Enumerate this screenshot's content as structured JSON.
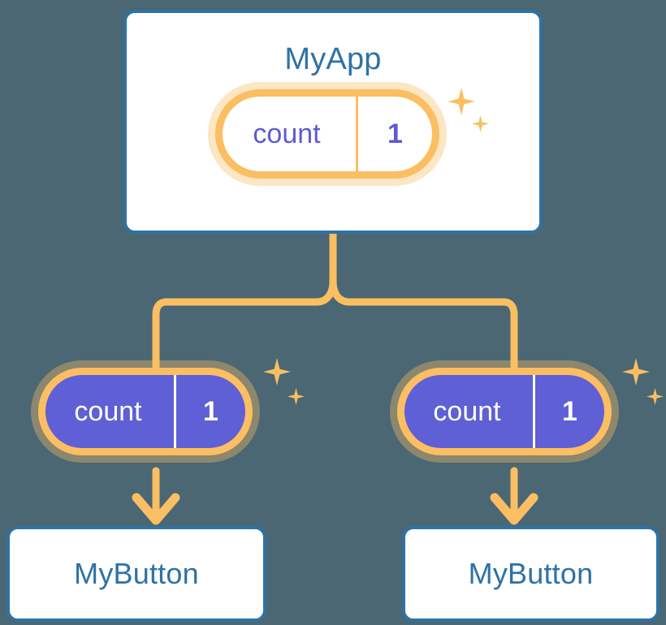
{
  "diagram": {
    "title_node": {
      "label": "MyApp",
      "state_pill": {
        "key": "count",
        "value": "1",
        "style": "outlined"
      }
    },
    "children": [
      {
        "state_pill": {
          "key": "count",
          "value": "1",
          "style": "filled"
        },
        "label": "MyButton"
      },
      {
        "state_pill": {
          "key": "count",
          "value": "1",
          "style": "filled"
        },
        "label": "MyButton"
      }
    ],
    "icons": {
      "sparkle_large": "sparkle-icon",
      "sparkle_small": "sparkle-icon",
      "arrow_down": "arrow-down-icon",
      "fork_connector": "fork-connector-icon"
    },
    "colors": {
      "background": "#4a6773",
      "card_border": "#2e72a4",
      "card_fill": "#ffffff",
      "heading_text": "#2e72a4",
      "accent_orange": "#fbbe63",
      "accent_orange_glow": "#fdd9a4",
      "state_purple": "#5f5fd6",
      "state_text_on_white": "#5b5bd6",
      "state_text_on_purple": "#ffffff"
    }
  }
}
